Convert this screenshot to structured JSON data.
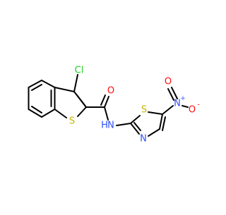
{
  "molecule": {
    "atoms": {
      "chlorine": "Cl",
      "sulfur_benzothiophene": "S",
      "oxygen_carbonyl": "O",
      "nitrogen_amide": "N",
      "hydrogen_amide": "H",
      "sulfur_thiazole": "S",
      "nitrogen_thiazole": "N",
      "nitrogen_nitro": "N",
      "nitro_plus": "+",
      "oxygen_nitro_double": "O",
      "oxygen_nitro_single": "O",
      "nitro_minus": "-"
    },
    "colors": {
      "bond": "#000000",
      "chlorine": "#1fcc1f",
      "sulfur": "#c8b400",
      "oxygen": "#ff0d0d",
      "nitrogen": "#3050f8"
    }
  }
}
